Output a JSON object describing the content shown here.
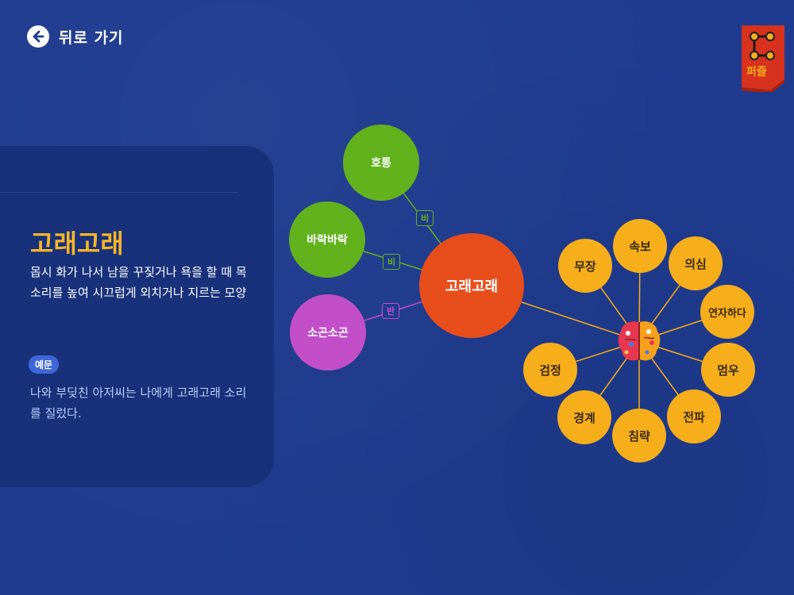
{
  "nav": {
    "back_label": "뒤로 가기"
  },
  "puzzle": {
    "label": "퍼즐"
  },
  "word": {
    "title": "고래고래",
    "definition": "몹시 화가 나서 남을 꾸짖거나 욕을 할 때 목소리를 높여 시끄럽게 외치거나 지르는 모양",
    "example_badge": "예문",
    "example": "나와 부딪친 아저씨는 나에게 고래고래 소리를 질렀다."
  },
  "map": {
    "center": "고래고래",
    "synonyms": [
      {
        "label": "호통",
        "tag": "비"
      },
      {
        "label": "바락바락",
        "tag": "비"
      }
    ],
    "antonyms": [
      {
        "label": "소곤소곤",
        "tag": "반"
      }
    ],
    "mind_words": [
      "무장",
      "속보",
      "의심",
      "연자하다",
      "멈우",
      "전파",
      "침략",
      "경계",
      "검정"
    ]
  },
  "colors": {
    "background": "#1f3b8f",
    "synonym": "#62b21d",
    "antonym": "#c24fc9",
    "center": "#e84e1c",
    "mind": "#f6ae1a",
    "title": "#f7b529"
  }
}
